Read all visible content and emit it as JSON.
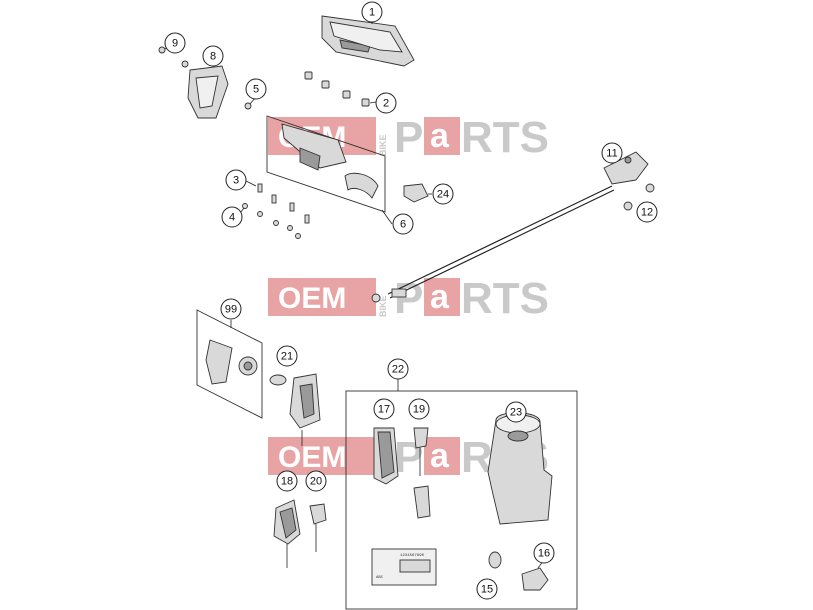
{
  "watermark": {
    "oem": "OEM",
    "bike": "BIKE",
    "p": "P",
    "a": "a",
    "rts": "RTS",
    "colors": {
      "red_box": "#e8a3a4",
      "grey_text": "#c9c9c9"
    }
  },
  "callouts": [
    {
      "id": "c1",
      "label": "1"
    },
    {
      "id": "c2",
      "label": "2"
    },
    {
      "id": "c3",
      "label": "3"
    },
    {
      "id": "c4",
      "label": "4"
    },
    {
      "id": "c5",
      "label": "5"
    },
    {
      "id": "c6",
      "label": "6"
    },
    {
      "id": "c8",
      "label": "8"
    },
    {
      "id": "c9",
      "label": "9"
    },
    {
      "id": "c11",
      "label": "11"
    },
    {
      "id": "c12",
      "label": "12"
    },
    {
      "id": "c15",
      "label": "15"
    },
    {
      "id": "c16",
      "label": "16"
    },
    {
      "id": "c17",
      "label": "17"
    },
    {
      "id": "c18",
      "label": "18"
    },
    {
      "id": "c19",
      "label": "19"
    },
    {
      "id": "c20",
      "label": "20"
    },
    {
      "id": "c21",
      "label": "21"
    },
    {
      "id": "c22",
      "label": "22"
    },
    {
      "id": "c23",
      "label": "23"
    },
    {
      "id": "c24",
      "label": "24"
    },
    {
      "id": "c99",
      "label": "99"
    }
  ]
}
